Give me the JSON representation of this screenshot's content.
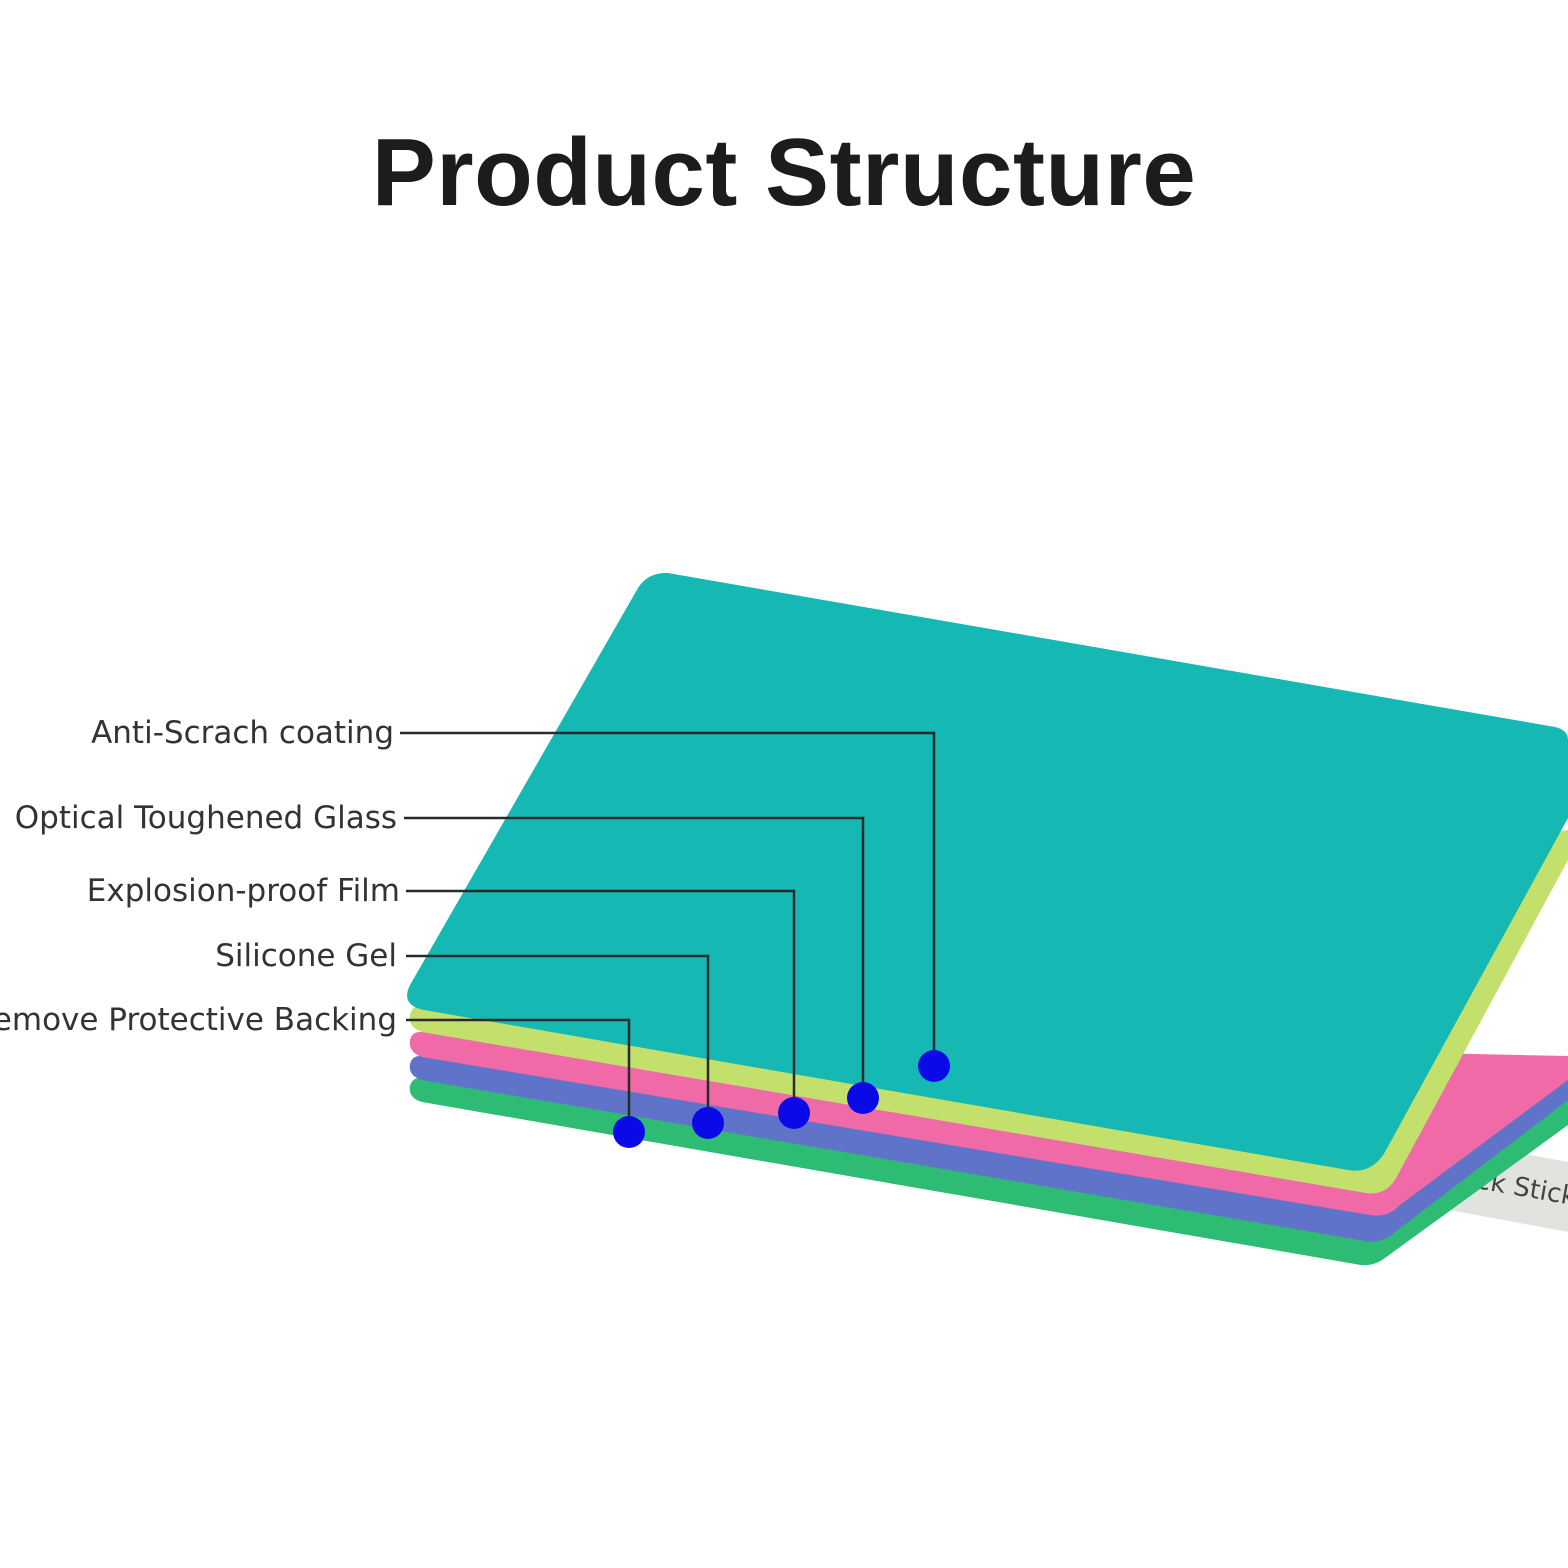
{
  "title": "Product Structure",
  "colors": {
    "top_layer": "#16b8b4",
    "layer_2": "#c4e06c",
    "layer_3": "#f06aa8",
    "layer_4": "#5f74c8",
    "layer_5": "#2ebc74",
    "back_sticker": "#e2e2df",
    "marker": "#0a0ae8",
    "leader_line": "#2a2a2a",
    "label_text": "#333333"
  },
  "layers": [
    {
      "label": "Anti-Scrach coating"
    },
    {
      "label": "Optical Toughened Glass"
    },
    {
      "label": "Explosion-proof Film"
    },
    {
      "label": "Silicone Gel"
    },
    {
      "label": "Remove Protective Backing"
    }
  ],
  "back_sticker_label": "Back Sticker"
}
